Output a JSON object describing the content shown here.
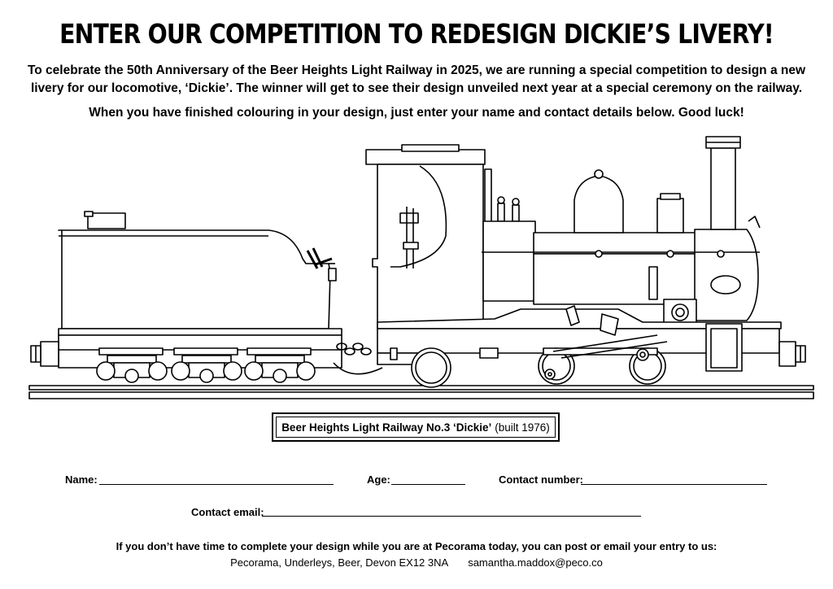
{
  "heading": "ENTER OUR COMPETITION TO REDESIGN DICKIE’S LIVERY!",
  "intro": {
    "paragraph1": "To celebrate the 50th Anniversary of the Beer Heights Light Railway in 2025, we are running a special competition to design a new livery for our locomotive, ‘Dickie’. The winner will get to see their design unveiled next year at a special ceremony on the railway.",
    "paragraph2": "When you have finished colouring in your design, just enter your name and contact details below. Good luck!"
  },
  "nameplate": {
    "name": "Beer Heights Light Railway No.3 ‘Dickie’",
    "built": "(built 1976)"
  },
  "form": {
    "name_label": "Name:",
    "age_label": "Age:",
    "contact_number_label": "Contact number:",
    "contact_email_label": "Contact email:"
  },
  "footer": {
    "line1": "If you don’t have time to complete your design while you are at Pecorama today, you can post or email your entry to us:",
    "address": "Pecorama, Underleys, Beer, Devon EX12 3NA",
    "email": "samantha.maddox@peco.co"
  },
  "illustration": {
    "subject": "locomotive-line-drawing",
    "line_color": "#000000",
    "fill_color": "#ffffff"
  }
}
